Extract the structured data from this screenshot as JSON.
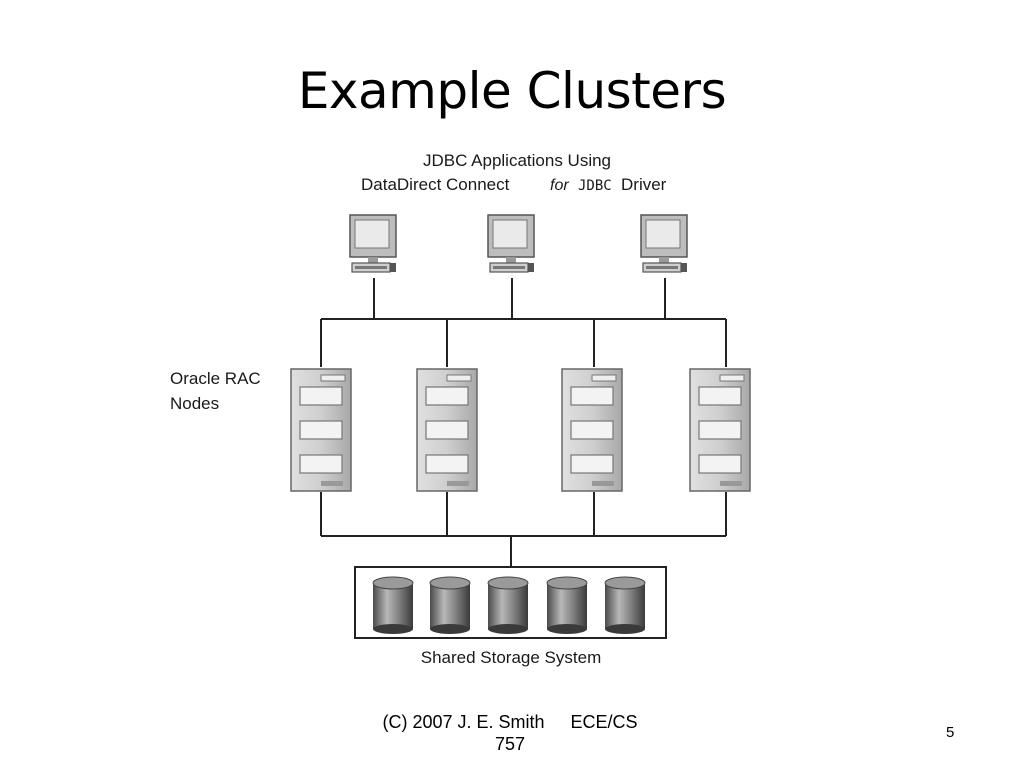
{
  "slide": {
    "title": "Example Clusters",
    "page_number": "5"
  },
  "diagram": {
    "top_caption_line1": "JDBC Applications Using",
    "top_caption_line2_a": "DataDirect Connect",
    "top_caption_line2_for": "for",
    "top_caption_line2_jdbc": "JDBC",
    "top_caption_line2_driver": "Driver",
    "nodes_label_line1": "Oracle RAC",
    "nodes_label_line2": "Nodes",
    "storage_label": "Shared Storage System",
    "client_count": 3,
    "node_count": 4,
    "disk_count": 5
  },
  "footer": {
    "credit_part1": "(C) 2007 J. E. Smith",
    "credit_part2": "ECE/CS",
    "credit_part3": "757"
  }
}
